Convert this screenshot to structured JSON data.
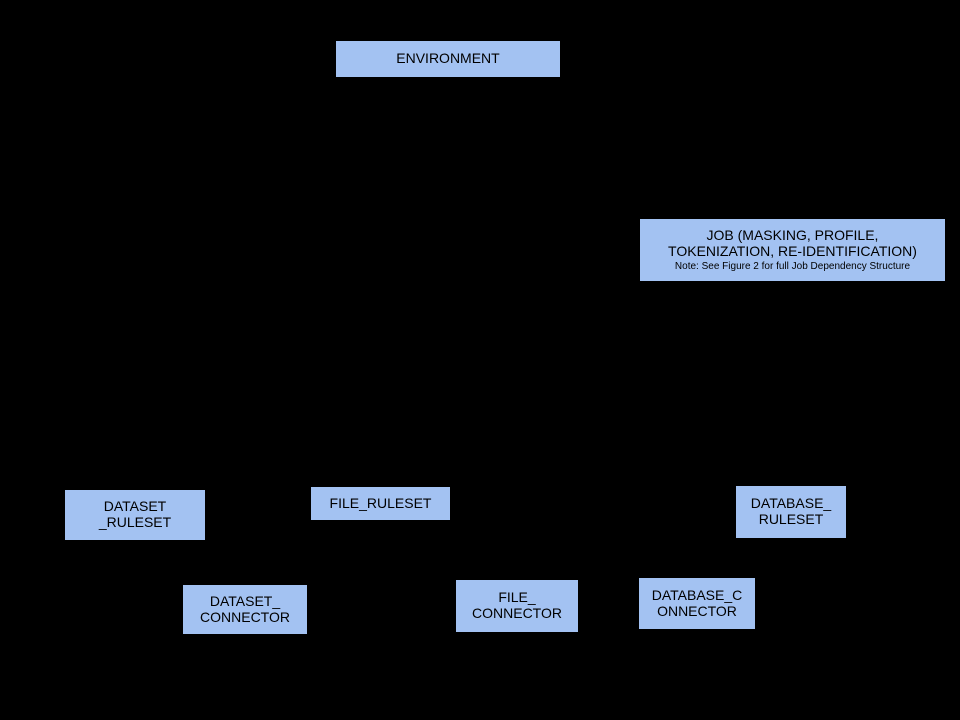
{
  "diagram": {
    "background_color": "#000000",
    "node_fill_color": "#a3c2f2",
    "node_text_color": "#000000",
    "edge_color": "#000000",
    "nodes": [
      {
        "id": "environment",
        "label": "ENVIRONMENT",
        "sublabel": ""
      },
      {
        "id": "job",
        "label": "JOB (MASKING, PROFILE,\nTOKENIZATION, RE-IDENTIFICATION)",
        "sublabel": "Note: See Figure 2 for full Job Dependency Structure"
      },
      {
        "id": "dataset_ruleset",
        "label": "DATASET\n_RULESET",
        "sublabel": ""
      },
      {
        "id": "file_ruleset",
        "label": "FILE_RULESET",
        "sublabel": ""
      },
      {
        "id": "database_ruleset",
        "label": "DATABASE_\nRULESET",
        "sublabel": ""
      },
      {
        "id": "dataset_connector",
        "label": "DATASET_\nCONNECTOR",
        "sublabel": ""
      },
      {
        "id": "file_connector",
        "label": "FILE_\nCONNECTOR",
        "sublabel": ""
      },
      {
        "id": "database_connector",
        "label": "DATABASE_C\nONNECTOR",
        "sublabel": ""
      }
    ]
  }
}
